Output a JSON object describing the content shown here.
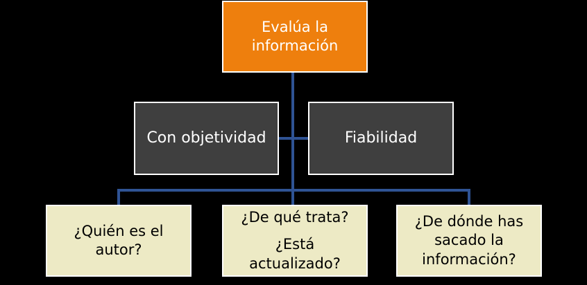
{
  "slide": {
    "background_color": "#000000",
    "diagram": {
      "type": "hierarchy",
      "root": {
        "label": "Evalúa la información"
      },
      "branches": [
        {
          "label": "Con objetividad"
        },
        {
          "label": "Fiabilidad"
        }
      ],
      "leaves": [
        {
          "label": "¿Quién es el autor?"
        },
        {
          "label_paragraph_1": "¿De qué trata?",
          "label_paragraph_2": "¿Está actualizado?"
        },
        {
          "label": "¿De dónde has sacado la información?"
        }
      ],
      "colors": {
        "root_fill": "#ee7f0d",
        "branch_fill": "#3f3f3f",
        "leaf_fill": "#edeac5",
        "connector": "#2f5394",
        "box_border": "#ffffff",
        "root_text": "#ffffff",
        "branch_text": "#ffffff",
        "leaf_text": "#000000"
      }
    }
  }
}
